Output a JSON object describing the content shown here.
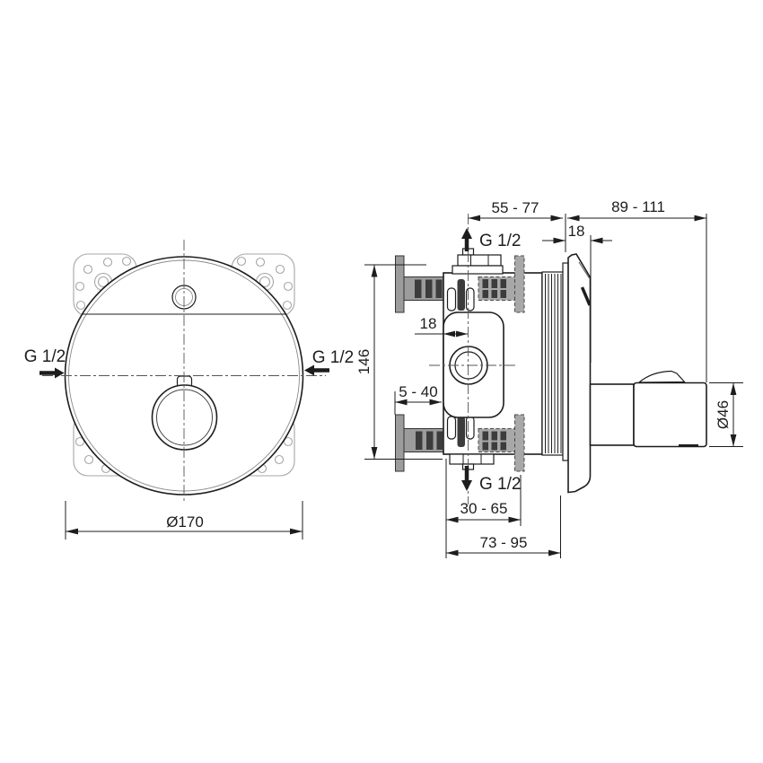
{
  "front_view": {
    "port_left": "G 1/2",
    "port_right": "G 1/2",
    "plate_diameter": "Ø170"
  },
  "side_view": {
    "depth_rough_in": "55 - 77",
    "depth_trim": "89 - 111",
    "escutcheon_depth": "18",
    "center_offset": "18",
    "body_height": "146",
    "plaster_depth": "5 - 40",
    "port_top": "G 1/2",
    "port_bottom": "G 1/2",
    "width_inner": "30 - 65",
    "width_outer": "73 - 95",
    "handle_diameter": "Ø46"
  },
  "colors": {
    "line": "#1d1d1d",
    "metal_gray": "#9c9c9c",
    "hatch_dark": "#3c3c3c",
    "dashed_gray": "#a8a8a8",
    "plate_gray": "#a6a6a6"
  }
}
